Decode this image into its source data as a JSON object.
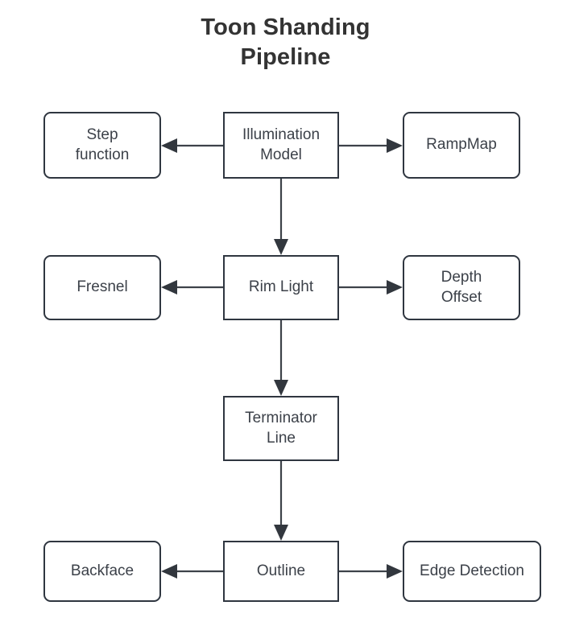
{
  "diagram": {
    "type": "flowchart",
    "title": "Toon Shanding\nPipeline",
    "background_color": "#ffffff",
    "border_color": "#2f3640",
    "text_color": "#3c4149",
    "title_color": "#333333",
    "nodes": [
      {
        "id": "step-function",
        "label": "Step\nfunction",
        "shape": "rounded",
        "column": "left",
        "row": 1
      },
      {
        "id": "illumination-model",
        "label": "Illumination\nModel",
        "shape": "sharp",
        "column": "center",
        "row": 1
      },
      {
        "id": "rampmap",
        "label": "RampMap",
        "shape": "rounded",
        "column": "right",
        "row": 1
      },
      {
        "id": "fresnel",
        "label": "Fresnel",
        "shape": "rounded",
        "column": "left",
        "row": 2
      },
      {
        "id": "rim-light",
        "label": "Rim Light",
        "shape": "sharp",
        "column": "center",
        "row": 2
      },
      {
        "id": "depth-offset",
        "label": "Depth\nOffset",
        "shape": "rounded",
        "column": "right",
        "row": 2
      },
      {
        "id": "terminator-line",
        "label": "Terminator\nLine",
        "shape": "sharp",
        "column": "center",
        "row": 3
      },
      {
        "id": "backface",
        "label": "Backface",
        "shape": "rounded",
        "column": "left",
        "row": 4
      },
      {
        "id": "outline",
        "label": "Outline",
        "shape": "sharp",
        "column": "center",
        "row": 4
      },
      {
        "id": "edge-detection",
        "label": "Edge Detection",
        "shape": "rounded",
        "column": "right",
        "row": 4
      }
    ],
    "edges": [
      {
        "from": "illumination-model",
        "to": "step-function",
        "direction": "left"
      },
      {
        "from": "illumination-model",
        "to": "rampmap",
        "direction": "right"
      },
      {
        "from": "illumination-model",
        "to": "rim-light",
        "direction": "down"
      },
      {
        "from": "rim-light",
        "to": "fresnel",
        "direction": "left"
      },
      {
        "from": "rim-light",
        "to": "depth-offset",
        "direction": "right"
      },
      {
        "from": "rim-light",
        "to": "terminator-line",
        "direction": "down"
      },
      {
        "from": "terminator-line",
        "to": "outline",
        "direction": "down"
      },
      {
        "from": "outline",
        "to": "backface",
        "direction": "left"
      },
      {
        "from": "outline",
        "to": "edge-detection",
        "direction": "right"
      }
    ]
  }
}
